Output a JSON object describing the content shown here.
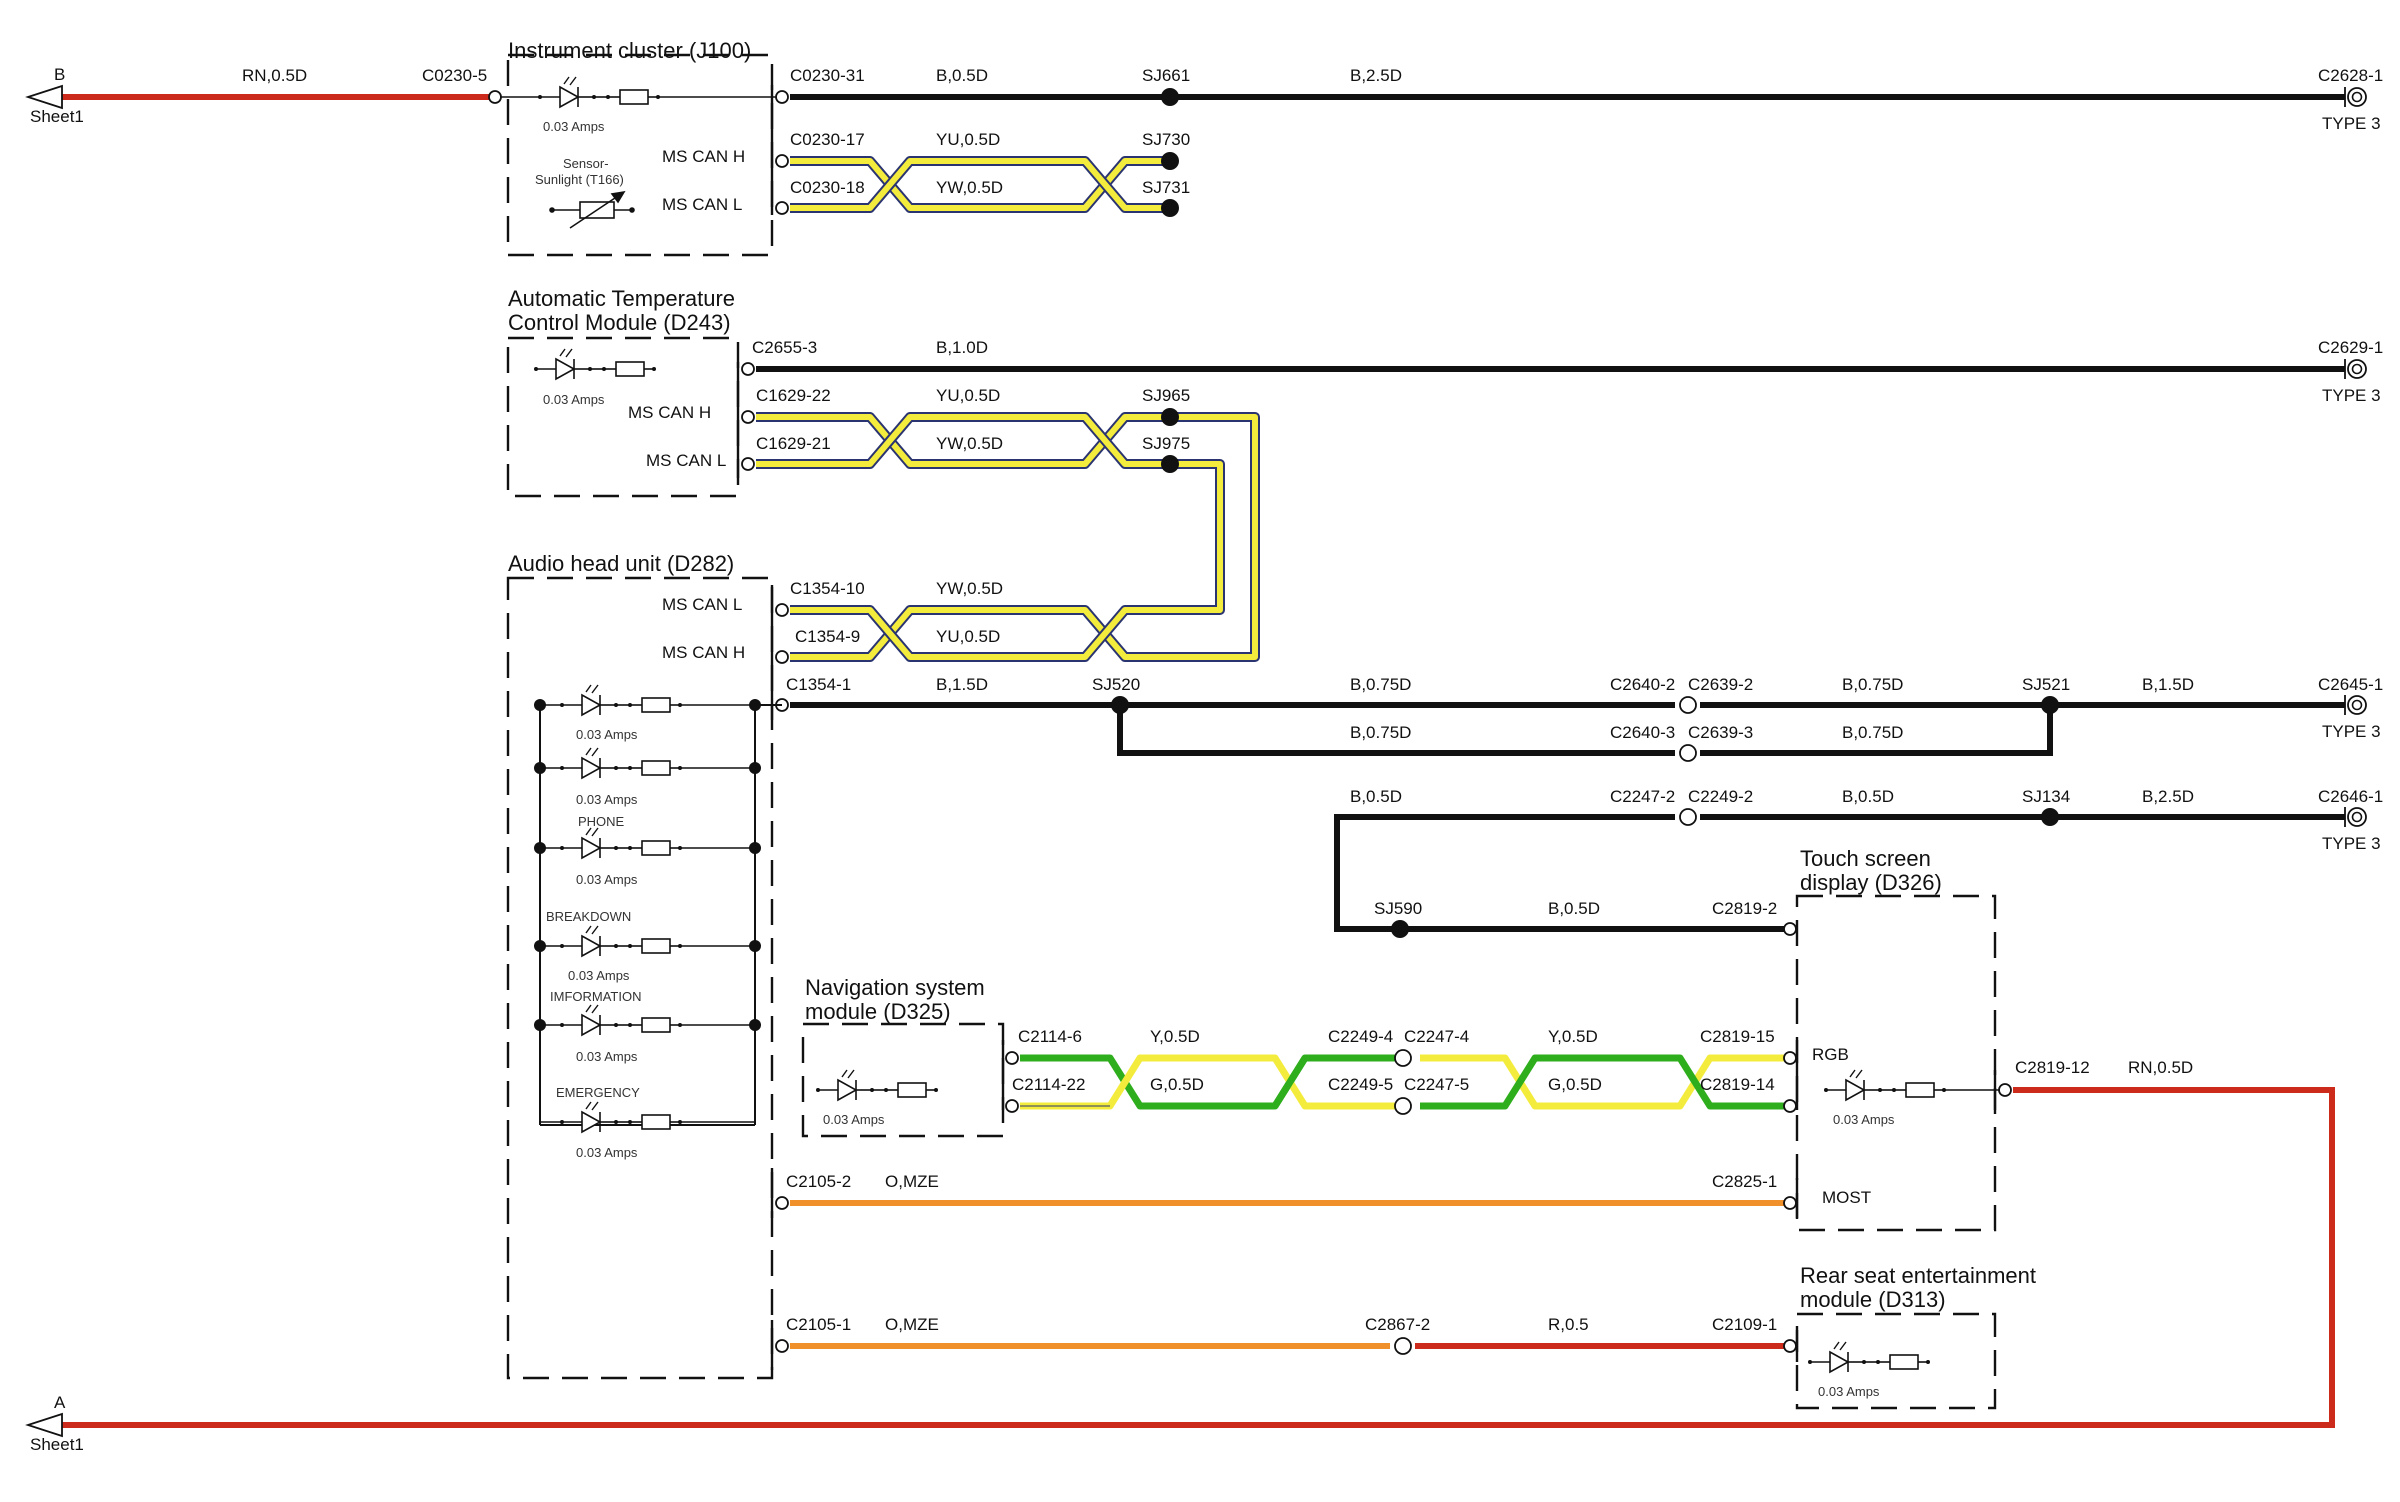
{
  "colors": {
    "black": "#111111",
    "red": "#cc2a1a",
    "yellow": "#f4ec3c",
    "navy": "#2a3470",
    "green": "#2eae1c",
    "orange": "#f0902a"
  },
  "modules": {
    "instrument": "Instrument cluster (J100)",
    "atc_1": "Automatic Temperature",
    "atc_2": "Control Module (D243)",
    "audio": "Audio head unit (D282)",
    "nav_1": "Navigation system",
    "nav_2": "module (D325)",
    "touch_1": "Touch screen",
    "touch_2": "display (D326)",
    "rse_1": "Rear seat entertainment",
    "rse_2": "module (D313)"
  },
  "sheet_refs": {
    "b_letter": "B",
    "b_sheet": "Sheet1",
    "a_letter": "A",
    "a_sheet": "Sheet1"
  },
  "pins": {
    "ms_can_h": "MS CAN H",
    "ms_can_l": "MS CAN L",
    "sensor_1": "Sensor-",
    "sensor_2": "Sunlight (T166)",
    "rgb": "RGB",
    "most": "MOST",
    "amps": "0.03 Amps",
    "type3": "TYPE 3",
    "phone": "PHONE",
    "breakdown": "BREAKDOWN",
    "information": "IMFORMATION",
    "emergency": "EMERGENCY"
  },
  "connectors": {
    "c0230_5": "C0230-5",
    "c0230_31": "C0230-31",
    "c0230_17": "C0230-17",
    "c0230_18": "C0230-18",
    "c2628_1": "C2628-1",
    "c2655_3": "C2655-3",
    "c1629_22": "C1629-22",
    "c1629_21": "C1629-21",
    "c2629_1": "C2629-1",
    "c1354_10": "C1354-10",
    "c1354_9": "C1354-9",
    "c1354_1": "C1354-1",
    "c2640_2": "C2640-2",
    "c2639_2": "C2639-2",
    "c2640_3": "C2640-3",
    "c2639_3": "C2639-3",
    "c2645_1": "C2645-1",
    "c2247_2": "C2247-2",
    "c2249_2": "C2249-2",
    "c2646_1": "C2646-1",
    "c2819_2": "C2819-2",
    "c2114_6": "C2114-6",
    "c2114_22": "C2114-22",
    "c2249_4": "C2249-4",
    "c2247_4": "C2247-4",
    "c2249_5": "C2249-5",
    "c2247_5": "C2247-5",
    "c2819_15": "C2819-15",
    "c2819_14": "C2819-14",
    "c2819_12": "C2819-12",
    "c2105_2": "C2105-2",
    "c2825_1": "C2825-1",
    "c2105_1": "C2105-1",
    "c2867_2": "C2867-2",
    "c2109_1": "C2109-1"
  },
  "splices": {
    "sj661": "SJ661",
    "sj730": "SJ730",
    "sj731": "SJ731",
    "sj965": "SJ965",
    "sj975": "SJ975",
    "sj520": "SJ520",
    "sj521": "SJ521",
    "sj134": "SJ134",
    "sj590": "SJ590"
  },
  "wires": {
    "rn_05d": "RN,0.5D",
    "b_05d": "B,0.5D",
    "b_25d": "B,2.5D",
    "yu_05d": "YU,0.5D",
    "yw_05d": "YW,0.5D",
    "b_10d": "B,1.0D",
    "b_15d": "B,1.5D",
    "b_075d": "B,0.75D",
    "y_05d": "Y,0.5D",
    "g_05d": "G,0.5D",
    "o_mze": "O,MZE",
    "r_05": "R,0.5"
  }
}
